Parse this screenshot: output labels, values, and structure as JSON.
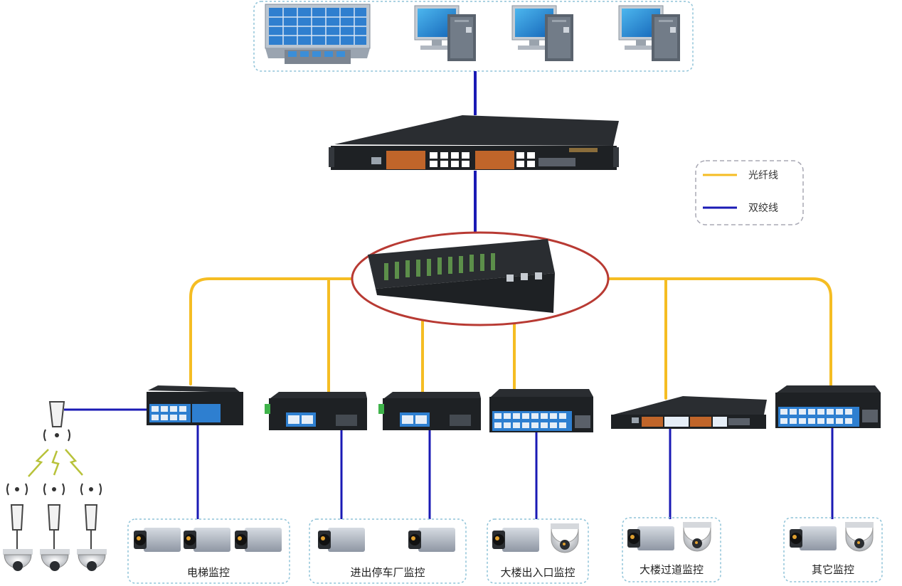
{
  "legend": {
    "fiber_label": "光纤线",
    "twisted_pair_label": "双绞线"
  },
  "zones": [
    {
      "label": "电梯监控"
    },
    {
      "label": "进出停车厂监控"
    },
    {
      "label": "大楼出入口监控"
    },
    {
      "label": "大楼过道监控"
    },
    {
      "label": "其它监控"
    }
  ],
  "colors": {
    "fiber": "#f5bd23",
    "twisted_pair": "#1a1ab5",
    "dashed_border": "#8fc3d8",
    "ring": "#b83a33",
    "device_dark": "#1e2124",
    "port_blue": "#2e7fd0"
  },
  "icons": [
    "video-wall-icon",
    "workstation-icon",
    "core-switch-icon",
    "fiber-media-converter-chassis-icon",
    "industrial-switch-icon",
    "box-camera-icon",
    "dome-camera-icon",
    "wireless-bridge-icon"
  ]
}
